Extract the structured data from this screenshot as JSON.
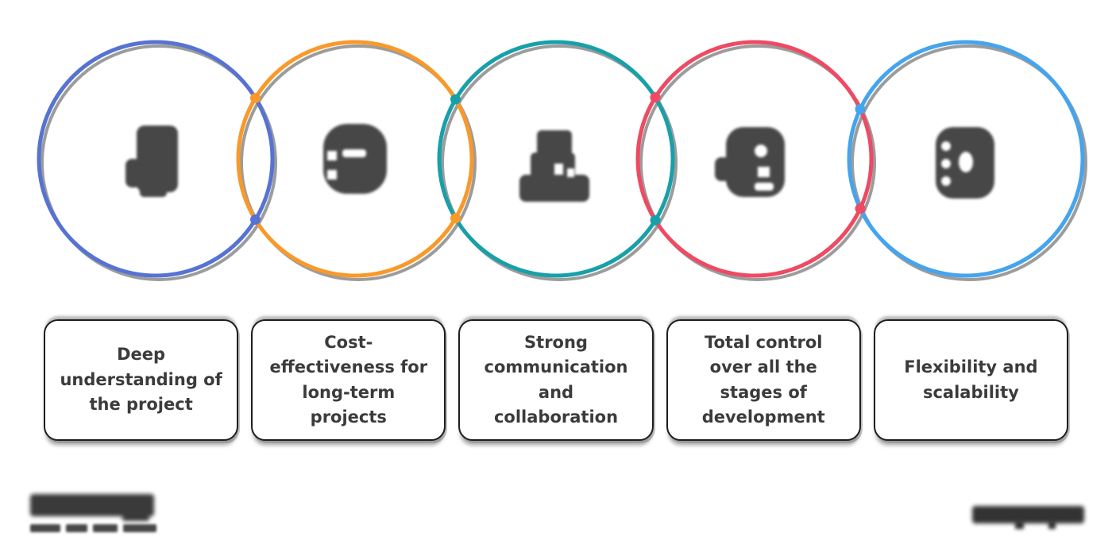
{
  "page": {
    "background_color": "#ffffff",
    "description_text": ""
  },
  "style": {
    "icon_color": "#3e3e3e",
    "text_color": "#3b3b3b",
    "box_border_color": "#1e1e1e",
    "shadow_ring_color": "#9c9c9c",
    "box_background": "#ffffff"
  },
  "benefits": [
    {
      "label": "Deep understanding of the project",
      "circle_color": "#5673d2",
      "icon": "project-understanding-icon"
    },
    {
      "label": "Cost-effectiveness for long-term projects",
      "circle_color": "#f8992a",
      "icon": "cost-effectiveness-icon"
    },
    {
      "label": "Strong communication and collaboration",
      "circle_color": "#18a0a9",
      "icon": "communication-icon"
    },
    {
      "label": "Total control over all the stages of development",
      "circle_color": "#ee4a63",
      "icon": "stages-control-icon"
    },
    {
      "label": "Flexibility and scalability",
      "circle_color": "#45a4ee",
      "icon": "flexibility-icon"
    }
  ],
  "footer": {
    "left_logo_name": "company-logo-blurred",
    "right_logo_name": "website-wordmark-blurred"
  }
}
